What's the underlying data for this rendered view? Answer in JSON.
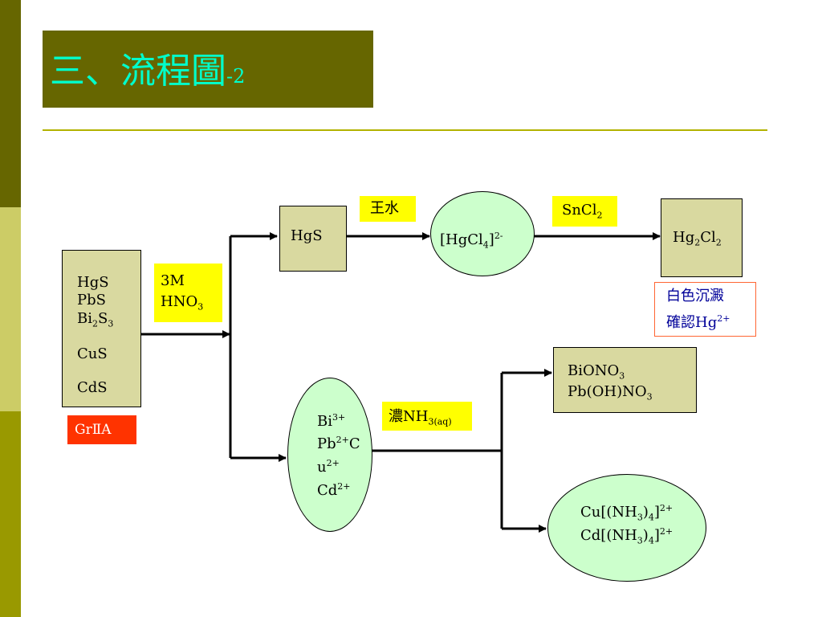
{
  "slide": {
    "title": "三、流程圖",
    "title_suffix": "-2"
  },
  "colors": {
    "title_bg": "#666600",
    "title_text": "#00ffcc",
    "rule": "#b2b200",
    "box_fill": "#d9d9a0",
    "label_fill": "#ffff00",
    "ellipse_fill": "#ccffcc",
    "group_label_fill": "#ff3300",
    "note_text": "#000099",
    "note_border": "#ff6633"
  },
  "nodes": {
    "start": {
      "lines": [
        "HgS",
        "PbS",
        "Bi2S3",
        "CuS",
        "CdS"
      ],
      "group_label": "GrⅡA"
    },
    "hgs": {
      "text": "HgS"
    },
    "hgcl4": {
      "text": "[HgCl4]2-"
    },
    "hg2cl2": {
      "text": "Hg2Cl2"
    },
    "ions": {
      "lines": [
        "Bi3+",
        "Pb2+C",
        "u2+",
        "Cd2+"
      ]
    },
    "biono3": {
      "lines": [
        "BiONO3",
        "Pb(OH)NO3"
      ]
    },
    "ammine": {
      "lines": [
        "Cu[(NH3)4]2+",
        "Cd[(NH3)4]2+"
      ]
    }
  },
  "reagents": {
    "hno3": {
      "line1": "3M",
      "line2": "HNO3"
    },
    "aqua_regia": "王水",
    "sncl2": "SnCl2",
    "nh3": "濃NH3(aq)"
  },
  "note": {
    "line1": "白色沉澱",
    "line2": "確認Hg2+"
  }
}
